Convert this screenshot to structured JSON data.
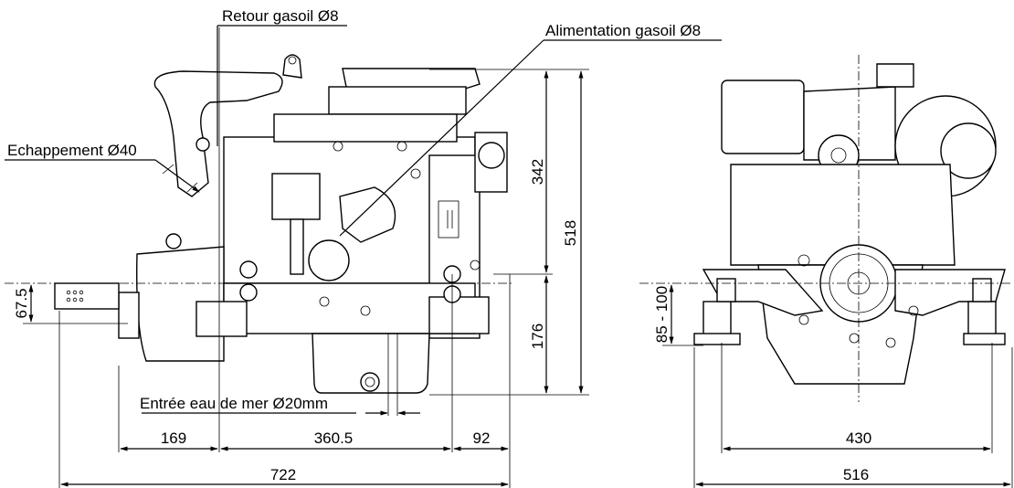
{
  "labels": {
    "retour": "Retour gasoil Ø8",
    "alimentation": "Alimentation gasoil Ø8",
    "echappement": "Echappement Ø40",
    "entree": "Entrée eau de mer Ø20mm"
  },
  "dimensions": {
    "d342": "342",
    "d518": "518",
    "d176": "176",
    "d67_5": "67.5",
    "d169": "169",
    "d360_5": "360.5",
    "d92": "92",
    "d722": "722",
    "d85_100": "85 - 100",
    "d430": "430",
    "d516": "516"
  }
}
